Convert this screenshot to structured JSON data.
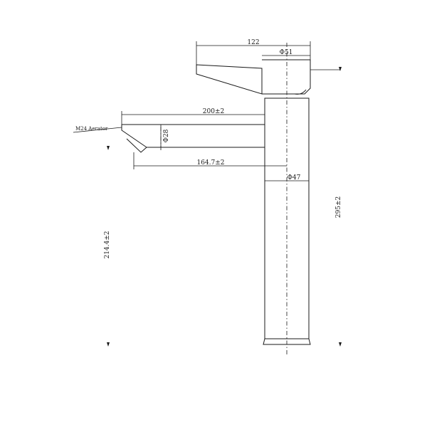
{
  "dimensions": {
    "handle_length": "122",
    "handle_diameter": "Φ51",
    "spout_reach": "200±2",
    "spout_diameter": "Φ28",
    "aerator_reach": "164.7±2",
    "body_diameter": "Φ47",
    "overall_height": "295±2",
    "spout_height": "214.4±2"
  },
  "labels": {
    "aerator": "M24 Aerator"
  }
}
